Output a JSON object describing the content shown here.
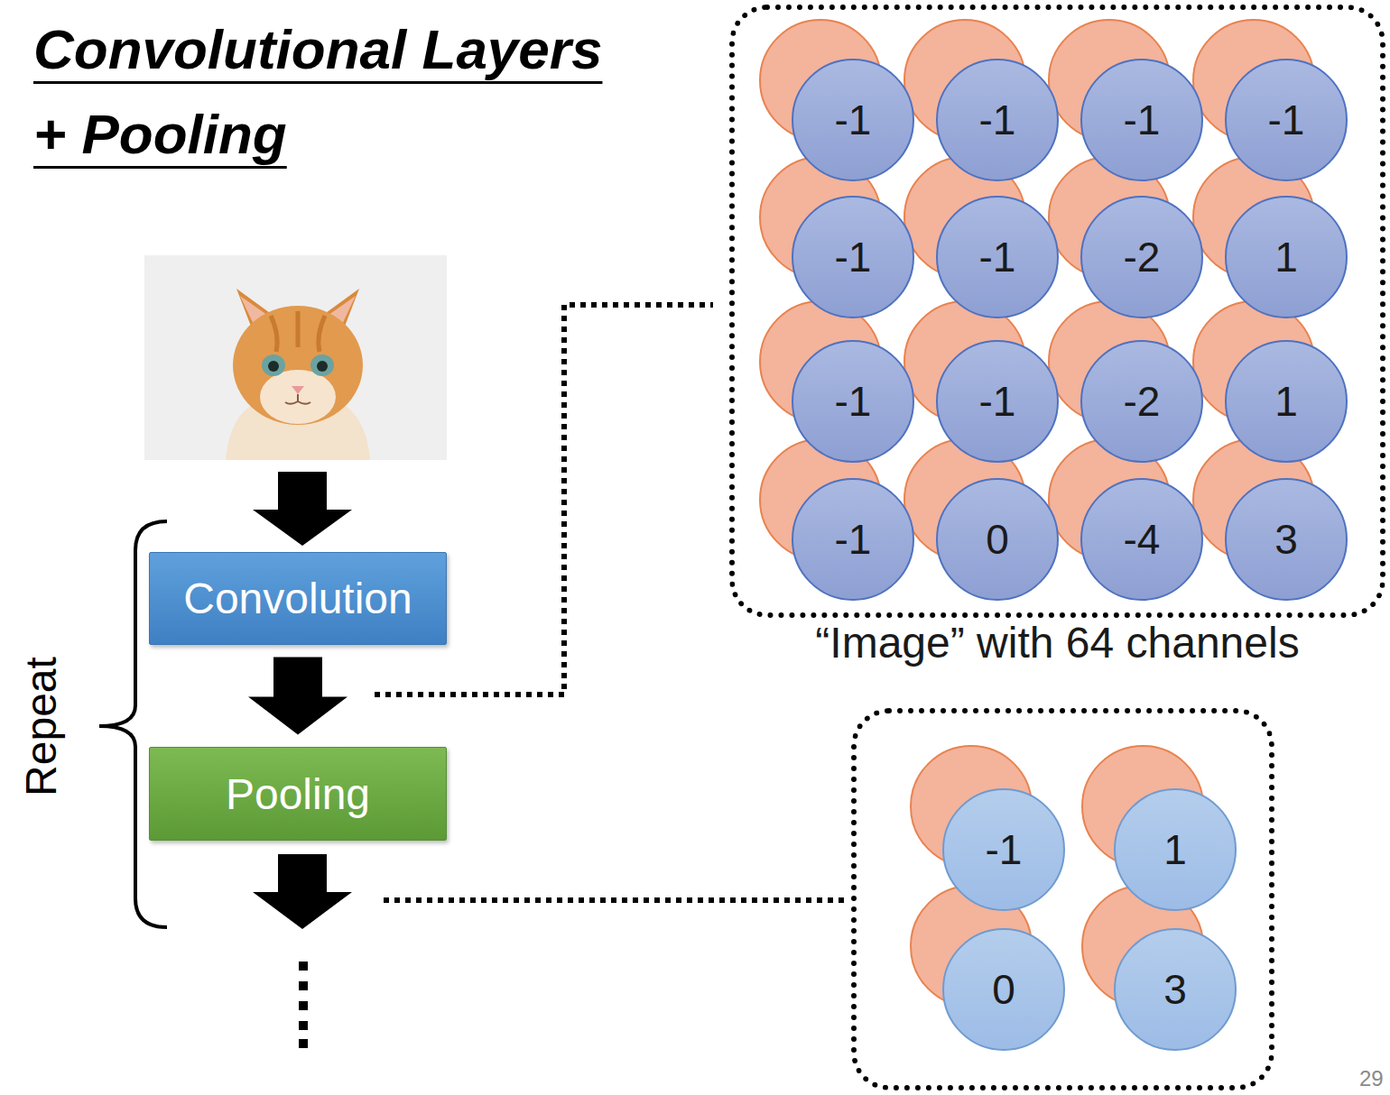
{
  "diagram": {
    "title": "Convolutional Layers + Pooling",
    "nodes": [
      {
        "text": [
          "“Image” with 64 channels"
        ]
      },
      {
        "text": [
          "-1"
        ],
        "in": 0
      },
      {
        "text": [
          "-1"
        ],
        "in": 0
      },
      {
        "text": [
          "-1"
        ],
        "in": 0
      },
      {
        "text": [
          "-1"
        ],
        "in": 0
      },
      {
        "text": [
          "-1"
        ],
        "in": 0
      },
      {
        "text": [
          "-1"
        ],
        "in": 0
      },
      {
        "text": [
          "-2"
        ],
        "in": 0
      },
      {
        "text": [
          "1"
        ],
        "in": 0
      },
      {
        "text": [
          "-1"
        ],
        "in": 0
      },
      {
        "text": [
          "-1"
        ],
        "in": 0
      },
      {
        "text": [
          "-2"
        ],
        "in": 0
      },
      {
        "text": [
          "1"
        ],
        "in": 0
      },
      {
        "text": [
          "-1"
        ],
        "in": 0
      },
      {
        "text": [
          "0"
        ],
        "in": 0
      },
      {
        "text": [
          "-4"
        ],
        "in": 0
      },
      {
        "text": [
          "3"
        ],
        "in": 0
      },
      {
        "text": [
          "Convolution"
        ]
      },
      {
        "text": [
          "Pooling"
        ]
      },
      {
        "text": []
      },
      {
        "text": [
          "-1"
        ],
        "in": 19
      },
      {
        "text": [
          "1"
        ],
        "in": 19
      },
      {
        "text": [
          "0"
        ],
        "in": 19
      },
      {
        "text": [
          "3"
        ],
        "in": 19
      }
    ],
    "edges": [
      {
        "from": 17,
        "to": 18,
        "arrow": "to"
      }
    ],
    "labels": [
      "Repeat",
      "29"
    ]
  }
}
